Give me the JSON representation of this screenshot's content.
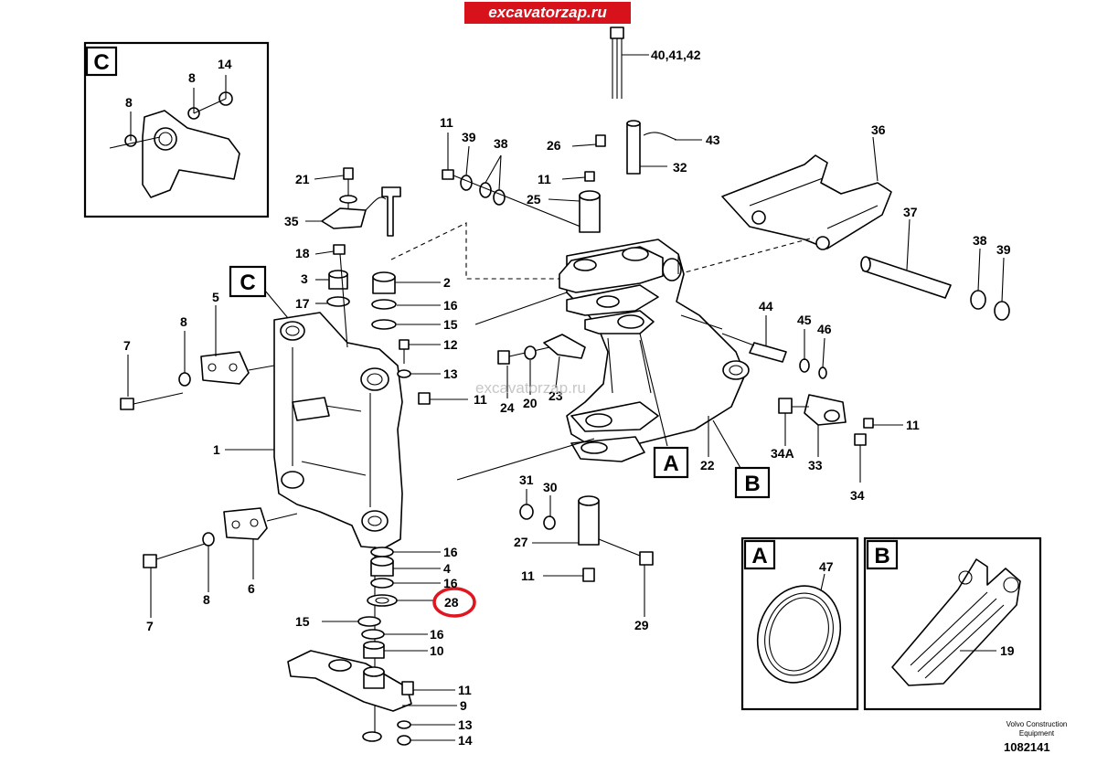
{
  "watermark": {
    "top": "excavatorzap.ru",
    "center": "excavatorzap.ru"
  },
  "footer": {
    "brand_line1": "Volvo Construction",
    "brand_line2": "Equipment",
    "drawing_number": "1082141"
  },
  "highlight": {
    "part_number": "28",
    "color": "#e0161f"
  },
  "detail_boxes": [
    "C",
    "A",
    "B",
    "C",
    "A",
    "B"
  ],
  "part_labels": [
    "40,41,42",
    "43",
    "32",
    "36",
    "37",
    "38",
    "39",
    "11",
    "39",
    "38",
    "26",
    "11",
    "25",
    "21",
    "35",
    "18",
    "3",
    "17",
    "2",
    "16",
    "15",
    "12",
    "13",
    "11",
    "5",
    "8",
    "7",
    "1",
    "24",
    "20",
    "23",
    "44",
    "45",
    "46",
    "11",
    "34A",
    "33",
    "22",
    "34",
    "31",
    "30",
    "27",
    "11",
    "29",
    "16",
    "4",
    "16",
    "28",
    "15",
    "16",
    "10",
    "11",
    "9",
    "13",
    "14",
    "6",
    "7",
    "8",
    "8",
    "8",
    "14",
    "47",
    "19"
  ]
}
